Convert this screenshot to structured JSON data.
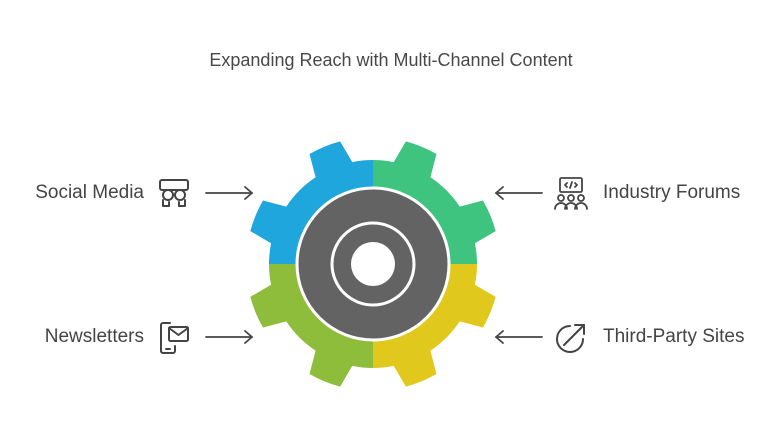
{
  "title": "Expanding Reach with Multi-Channel Content",
  "channels": {
    "social_media": {
      "label": "Social Media",
      "icon": "binoculars-icon",
      "color": "#1fa6dc"
    },
    "industry_forums": {
      "label": "Industry Forums",
      "icon": "people-code-icon",
      "color": "#3fc480"
    },
    "newsletters": {
      "label": "Newsletters",
      "icon": "phone-mail-icon",
      "color": "#8ebd3c"
    },
    "third_party_sites": {
      "label": "Third-Party Sites",
      "icon": "external-link-icon",
      "color": "#e0c91c"
    }
  },
  "hub_color": "#636363",
  "text_color": "#444444"
}
